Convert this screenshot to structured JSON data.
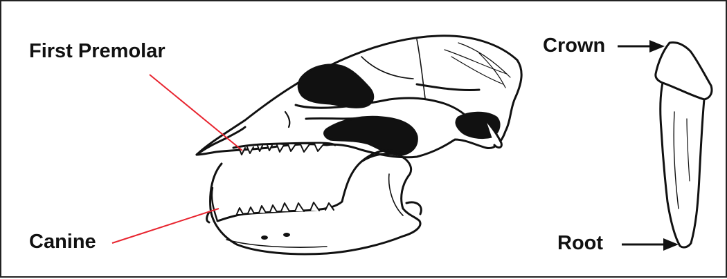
{
  "labels": {
    "first_premolar": "First Premolar",
    "canine": "Canine",
    "crown": "Crown",
    "root": "Root"
  },
  "colors": {
    "pointer_line": "#e8242f",
    "ink": "#111111",
    "frame": "#222222",
    "background": "#ffffff"
  },
  "illustrations": [
    "skull-side-view",
    "single-tooth"
  ]
}
